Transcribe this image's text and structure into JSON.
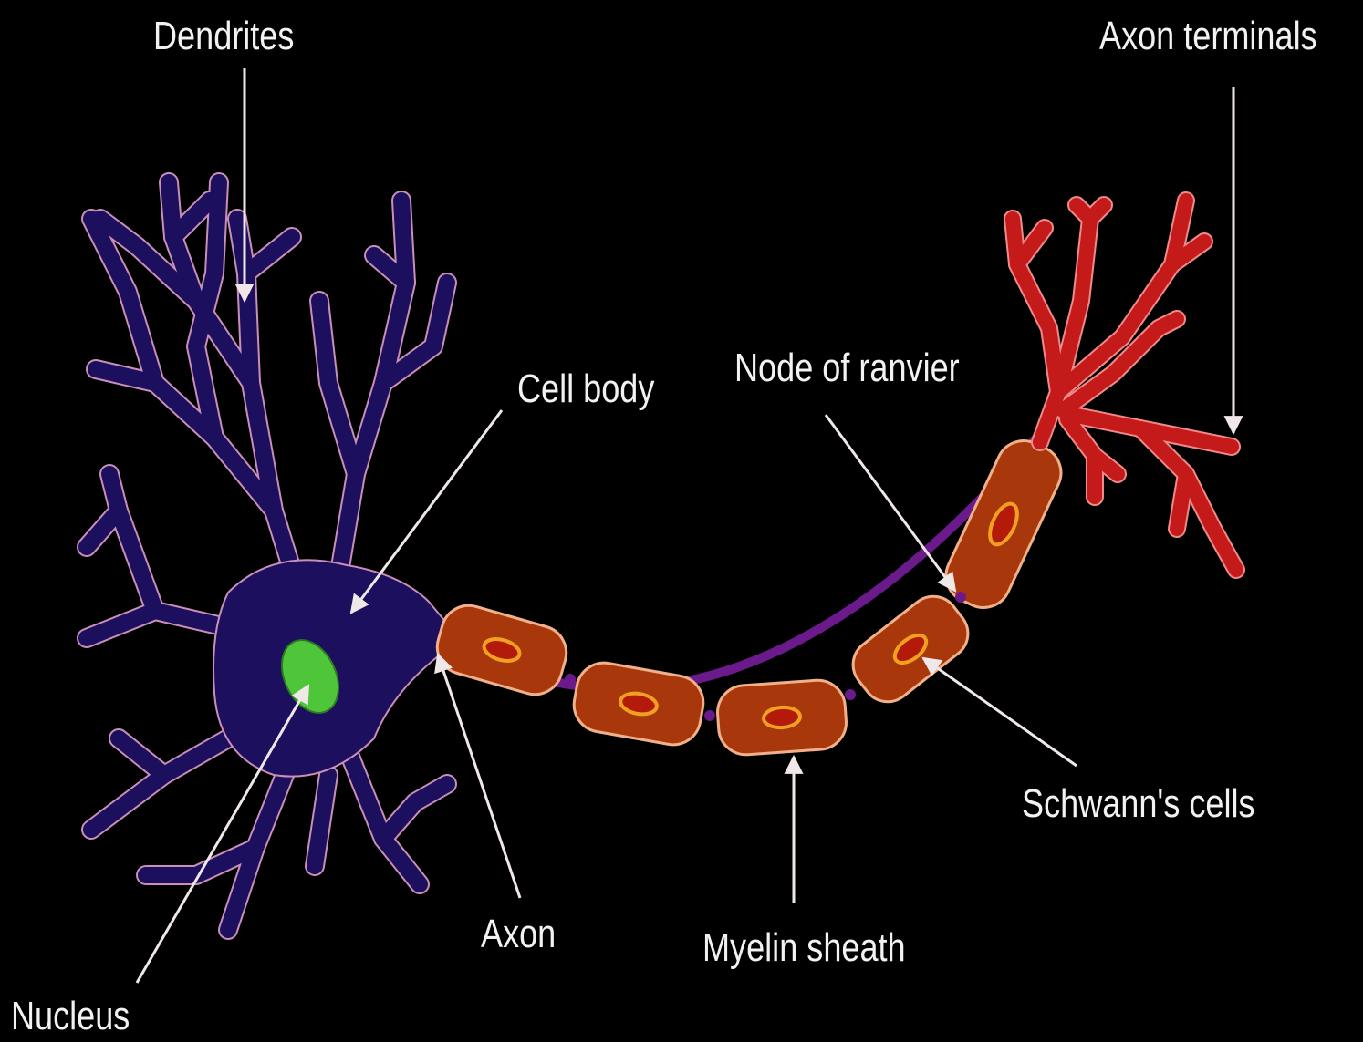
{
  "labels": {
    "dendrites": "Dendrites",
    "axon_terminals": "Axon terminals",
    "cell_body": "Cell body",
    "node_of_ranvier": "Node of ranvier",
    "schwanns_cells": "Schwann's cells",
    "axon": "Axon",
    "myelin_sheath": "Myelin sheath",
    "nucleus": "Nucleus"
  },
  "colors": {
    "background": "#000000",
    "cell_body_fill": "#1c0f5e",
    "dendrite_outline": "#c98fb8",
    "nucleus_fill": "#4fc63a",
    "myelin_fill": "#a8380c",
    "myelin_outline": "#f0b08a",
    "schwann_nucleus": "#f0a020",
    "node_color": "#6a1a8a",
    "axon_terminal_fill": "#c51a1a",
    "axon_terminal_outline": "#f08a8a",
    "arrow_color": "#f0e8e8",
    "label_color": "#f2f2f2"
  }
}
